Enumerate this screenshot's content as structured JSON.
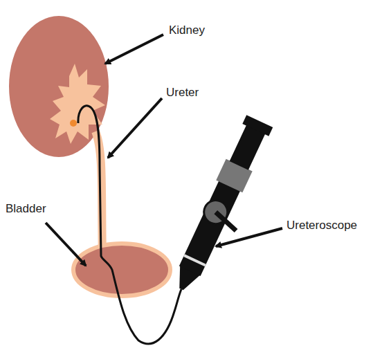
{
  "diagram": {
    "labels": [
      "Kidney",
      "Ureter",
      "Bladder",
      "Ureteroscope"
    ]
  }
}
